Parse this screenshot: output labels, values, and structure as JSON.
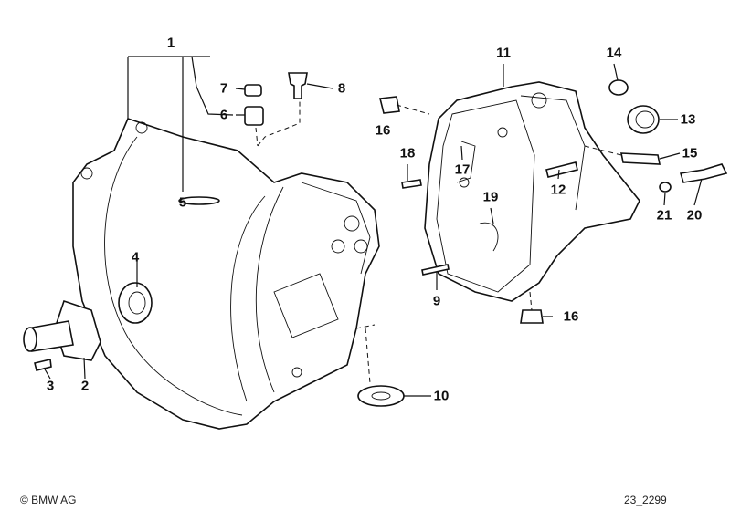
{
  "diagram": {
    "callouts": [
      "1",
      "7",
      "8",
      "6",
      "5",
      "4",
      "3",
      "2",
      "11",
      "14",
      "16",
      "13",
      "18",
      "17",
      "15",
      "12",
      "19",
      "21",
      "20",
      "9",
      "16",
      "10"
    ]
  },
  "footer": {
    "copyright": "© BMW AG",
    "drawing_id": "23_2299"
  }
}
